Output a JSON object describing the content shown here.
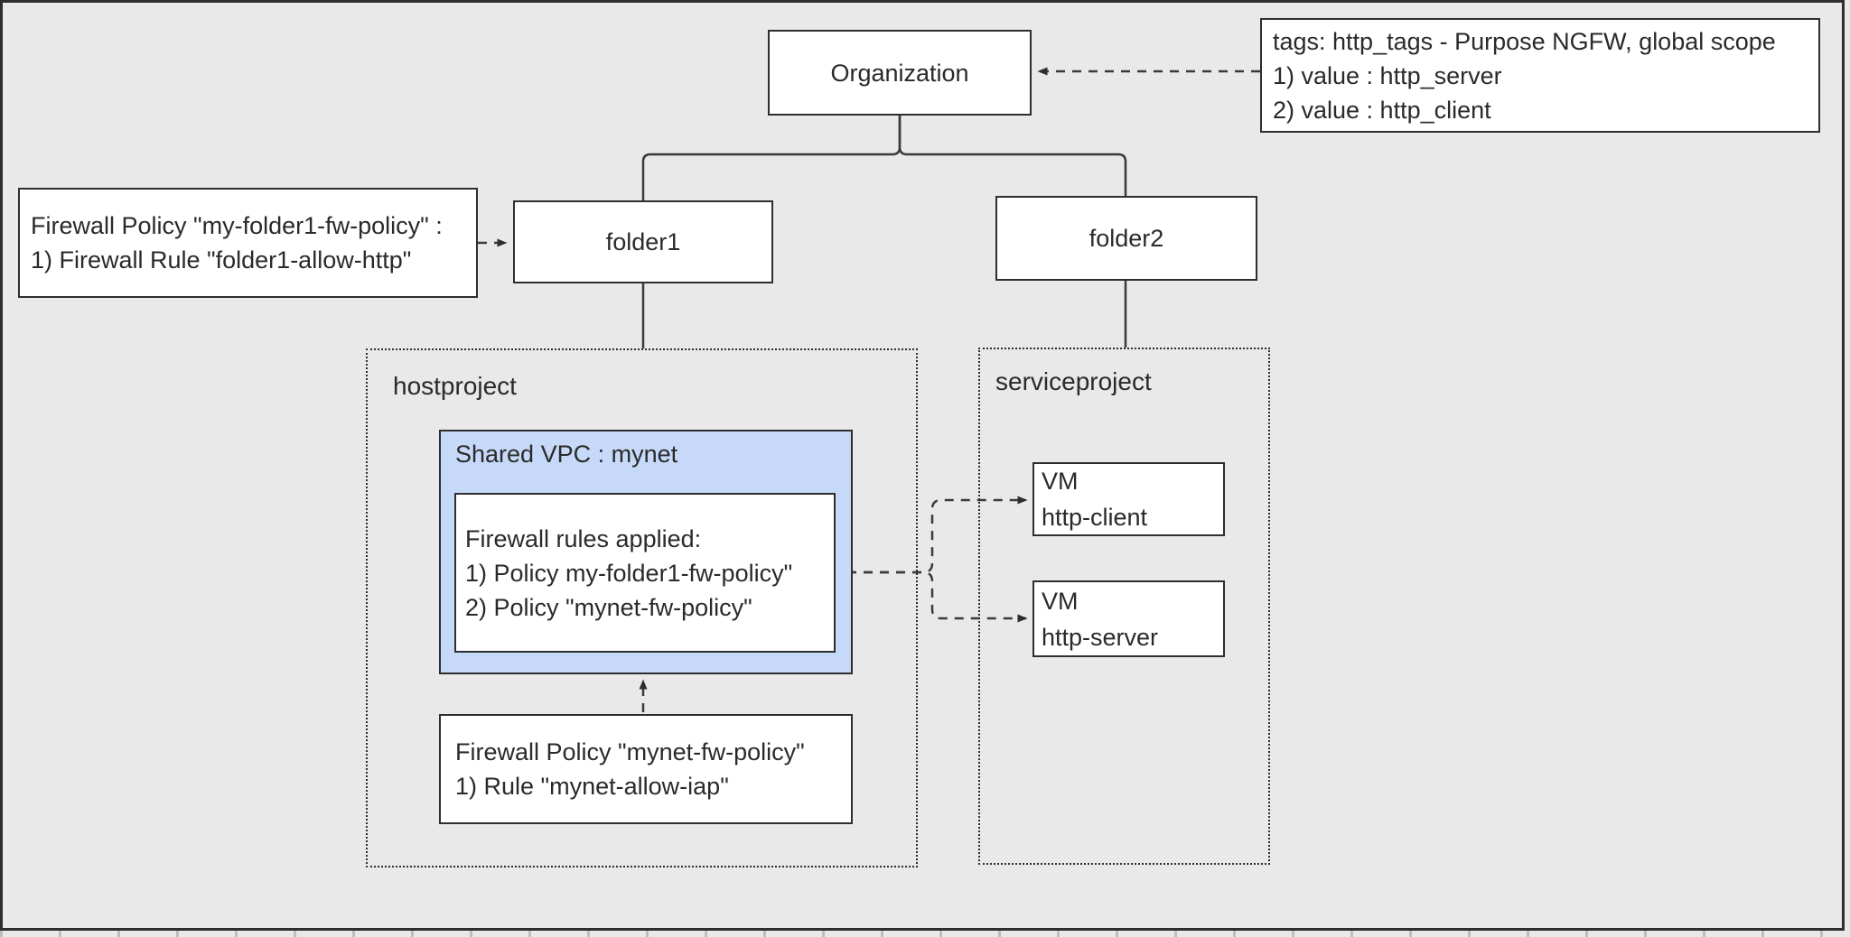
{
  "colors": {
    "background": "#e9e9e9",
    "node_fill": "#ffffff",
    "node_border": "#2e2e2e",
    "shared_vpc_fill": "#c7d9f8",
    "text": "#2a2a2a"
  },
  "nodes": {
    "organization": {
      "label": "Organization"
    },
    "folder1": {
      "label": "folder1"
    },
    "folder2": {
      "label": "folder2"
    },
    "hostproject": {
      "label": "hostproject"
    },
    "serviceproject": {
      "label": "serviceproject"
    },
    "shared_vpc": {
      "label": "Shared VPC : mynet"
    },
    "firewall_rules_applied": {
      "lines": [
        "Firewall rules applied:",
        "1) Policy my-folder1-fw-policy\"",
        "2) Policy \"mynet-fw-policy\""
      ]
    },
    "vm_http_client": {
      "lines": [
        "VM",
        "http-client"
      ]
    },
    "vm_http_server": {
      "lines": [
        "VM",
        "http-server"
      ]
    }
  },
  "notes": {
    "tags": {
      "lines": [
        "tags: http_tags - Purpose NGFW, global scope",
        "1) value : http_server",
        "2) value : http_client"
      ]
    },
    "folder1_policy": {
      "lines": [
        "Firewall Policy \"my-folder1-fw-policy\" :",
        "1) Firewall Rule \"folder1-allow-http\""
      ]
    },
    "mynet_policy": {
      "lines": [
        "Firewall Policy \"mynet-fw-policy\"",
        "1) Rule \"mynet-allow-iap\""
      ]
    }
  }
}
